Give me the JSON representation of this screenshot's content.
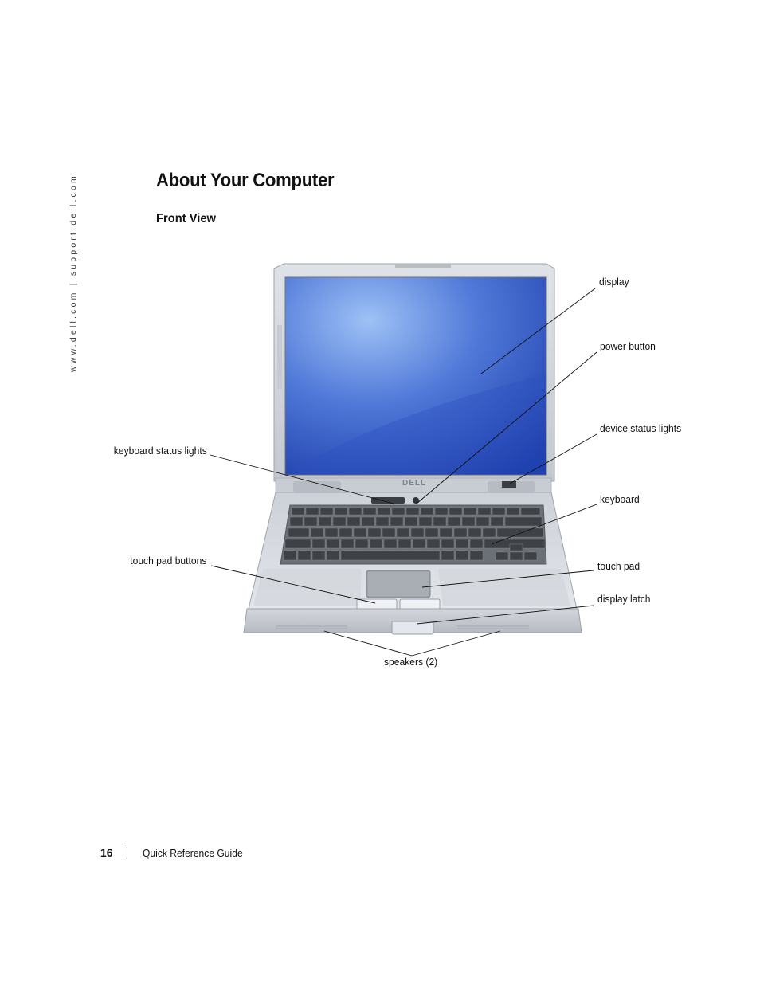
{
  "side_url": "www.dell.com | support.dell.com",
  "title": "About Your Computer",
  "section": "Front View",
  "figure": {
    "logo_text": "DELL",
    "callouts": {
      "display": "display",
      "power_button": "power button",
      "device_status_lights": "device status lights",
      "keyboard_status_lights": "keyboard status lights",
      "keyboard": "keyboard",
      "touch_pad_buttons": "touch pad buttons",
      "touch_pad": "touch pad",
      "display_latch": "display latch",
      "speakers": "speakers (2)"
    },
    "colors": {
      "screen_light": "#8fb4f2",
      "screen_dark": "#1d3fb4",
      "chassis": "#c9ccd3",
      "keys": "#3f4347"
    }
  },
  "footer": {
    "page_number": "16",
    "guide_title": "Quick Reference Guide"
  }
}
